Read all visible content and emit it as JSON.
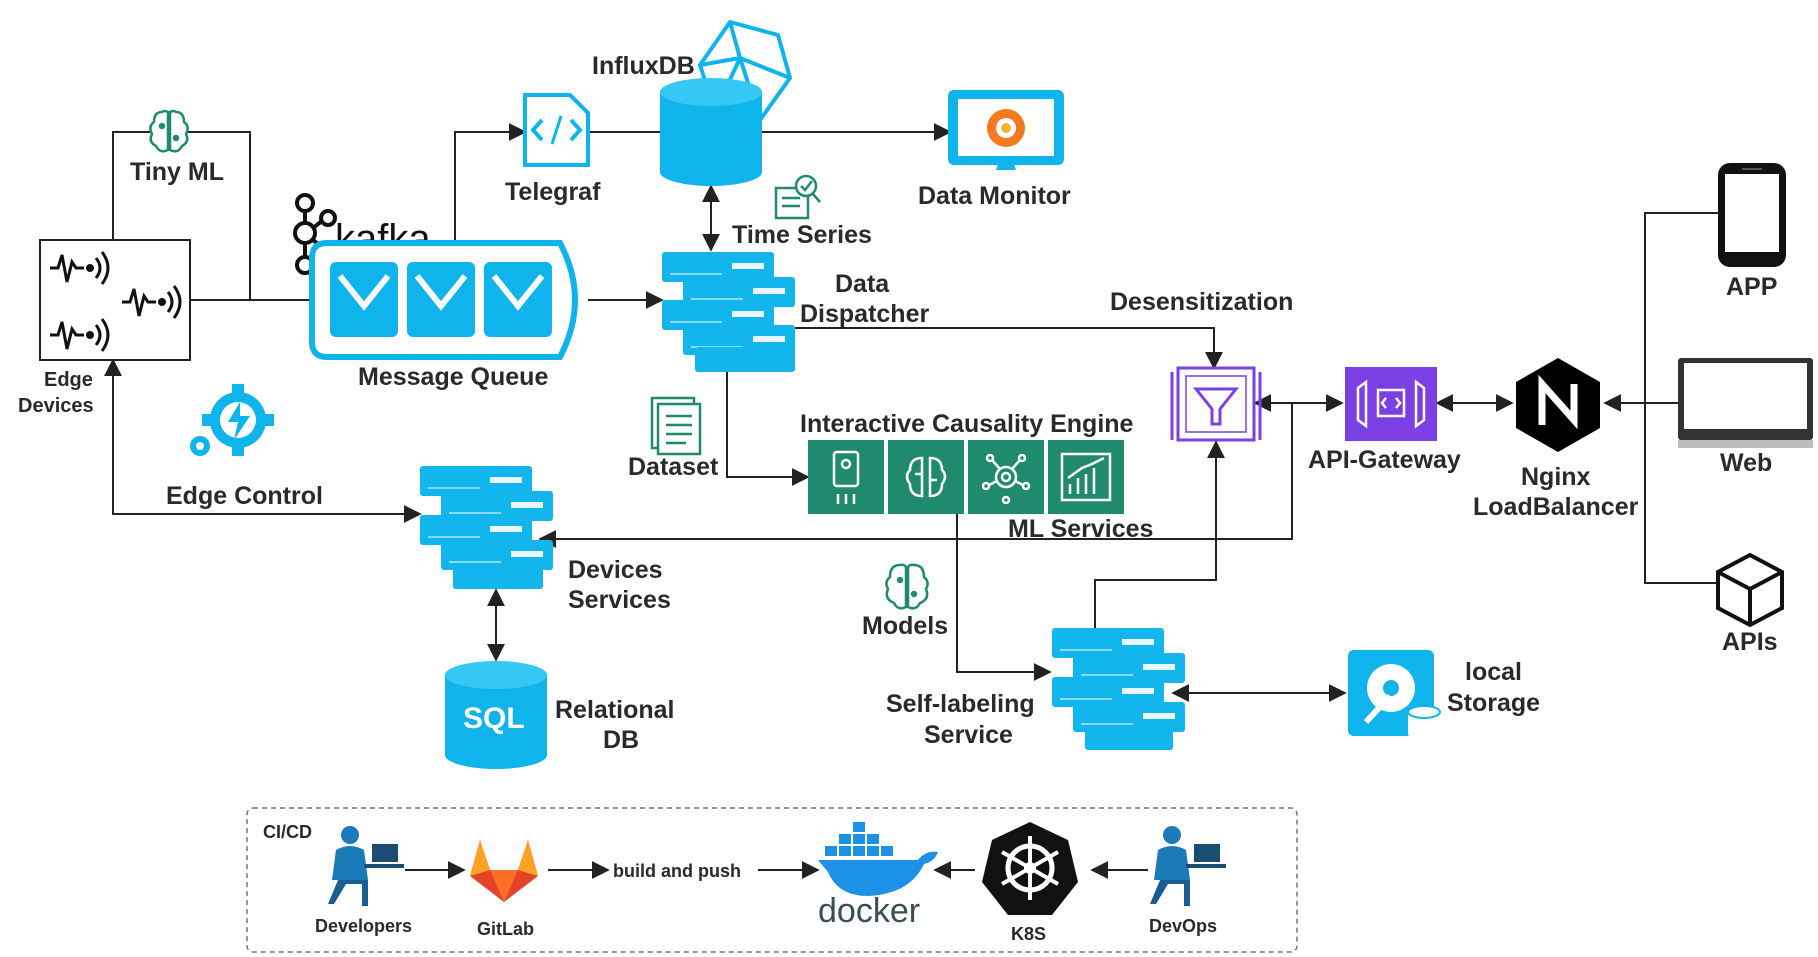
{
  "labels": {
    "tiny_ml": "Tiny ML",
    "kafka": "kafka",
    "message_queue": "Message Queue",
    "telegraf": "Telegraf",
    "influxdb": "InfluxDB",
    "data_monitor": "Data Monitor",
    "time_series": "Time Series",
    "data_dispatcher_1": "Data",
    "data_dispatcher_2": "Dispatcher",
    "desensitization": "Desensitization",
    "edge_devices_1": "Edge",
    "edge_devices_2": "Devices",
    "edge_control": "Edge Control",
    "dataset": "Dataset",
    "interactive_causality_engine": "Interactive Causality Engine",
    "ml_services": "ML Services",
    "devices_services_1": "Devices",
    "devices_services_2": "Services",
    "models": "Models",
    "relational_db_1": "Relational",
    "relational_db_2": "DB",
    "sql": "SQL",
    "self_labeling_1": "Self-labeling",
    "self_labeling_2": "Service",
    "local_storage_1": "local",
    "local_storage_2": "Storage",
    "api_gateway": "API-Gateway",
    "nginx_1": "Nginx",
    "nginx_2": "LoadBalancer",
    "app": "APP",
    "web": "Web",
    "apis": "APIs"
  },
  "cicd": {
    "title": "CI/CD",
    "developers": "Developers",
    "gitlab": "GitLab",
    "build_and_push": "build and push",
    "docker": "docker",
    "k8s": "K8S",
    "devops": "DevOps"
  },
  "colors": {
    "accent_blue": "#10b4ec",
    "dark_blue": "#0e8fc6",
    "ml_green": "#1f8a6e",
    "gateway_purple": "#7b3fe4",
    "gitlab_orange": "#e24329",
    "docker_blue": "#1d91e6",
    "k8s_black": "#111111"
  }
}
